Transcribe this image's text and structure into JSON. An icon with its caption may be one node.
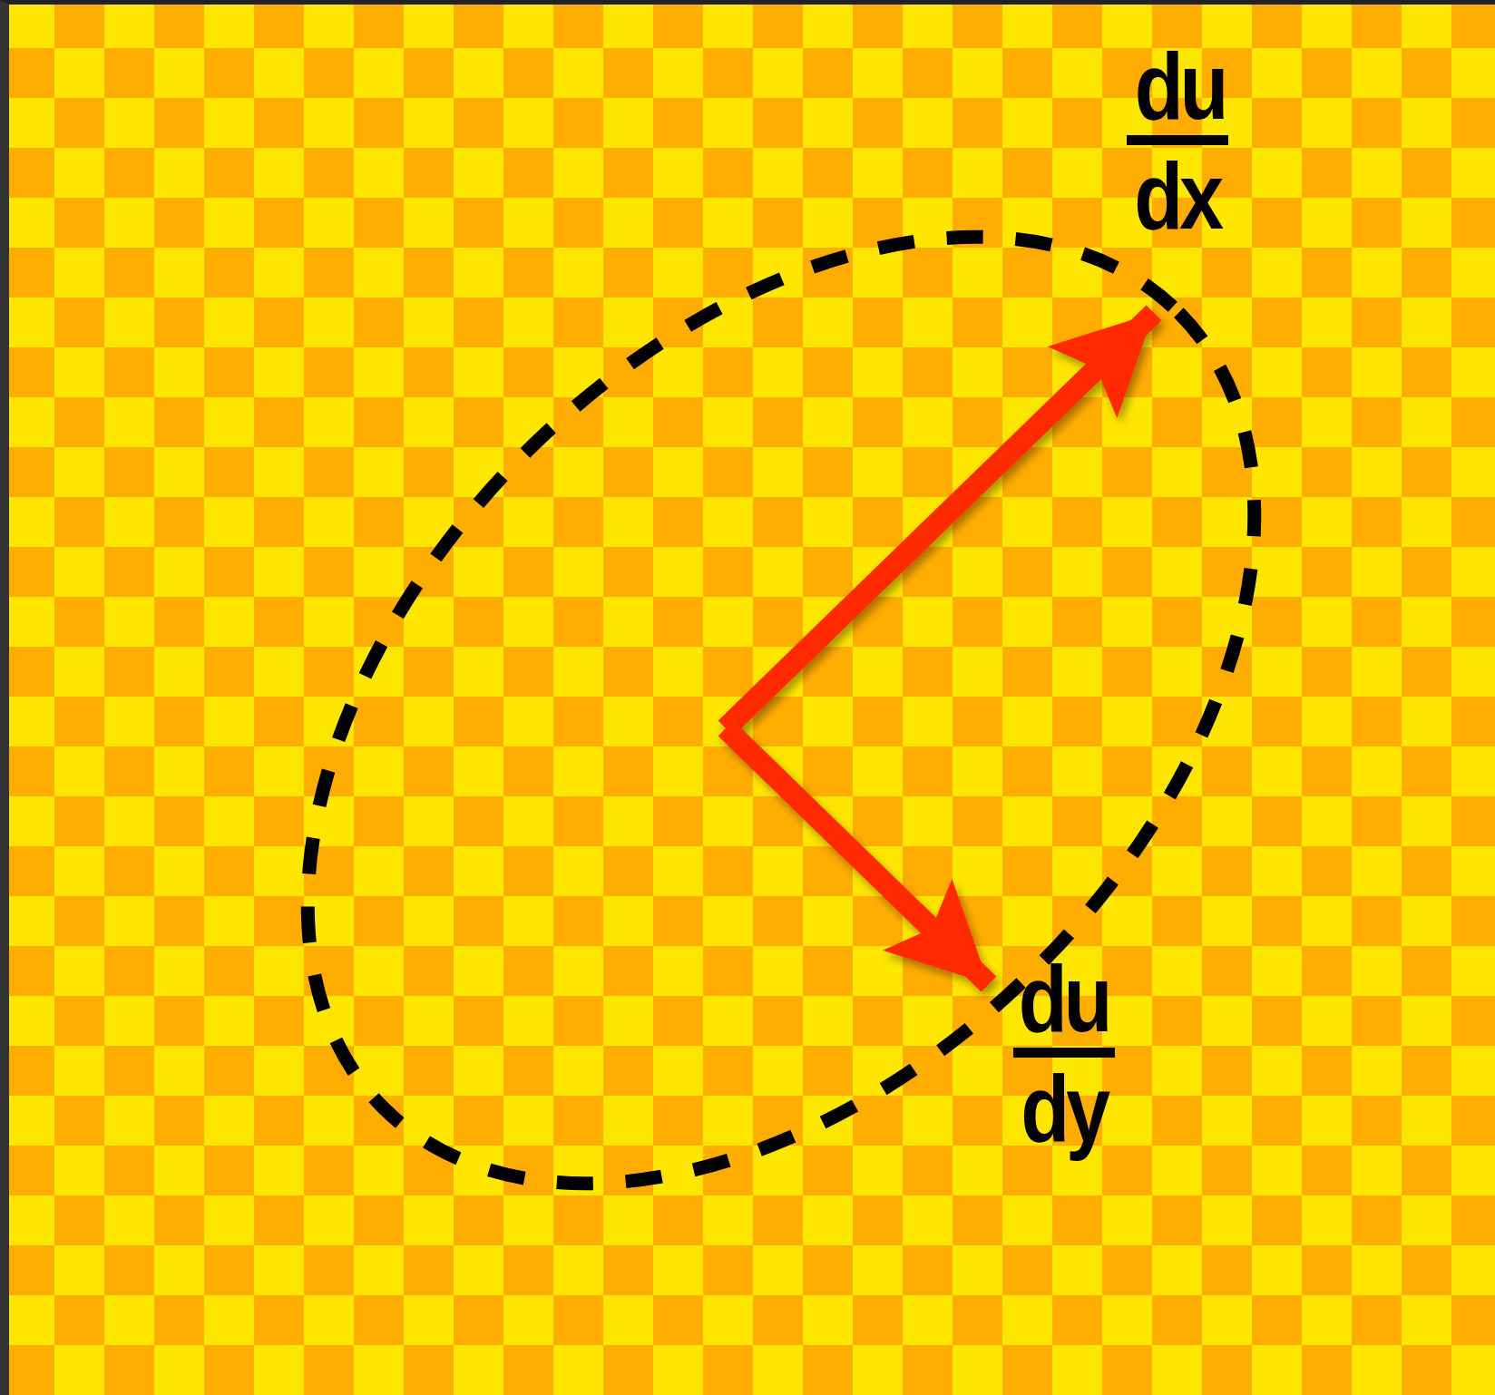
{
  "diagram": {
    "nodes": [
      {
        "text": [
          "du",
          "dx"
        ]
      },
      {
        "text": [
          "du",
          "dy"
        ]
      }
    ],
    "edges": [
      {
        "from": null,
        "to": 0,
        "arrow": "to"
      },
      {
        "from": null,
        "to": 1,
        "arrow": "to"
      }
    ]
  }
}
